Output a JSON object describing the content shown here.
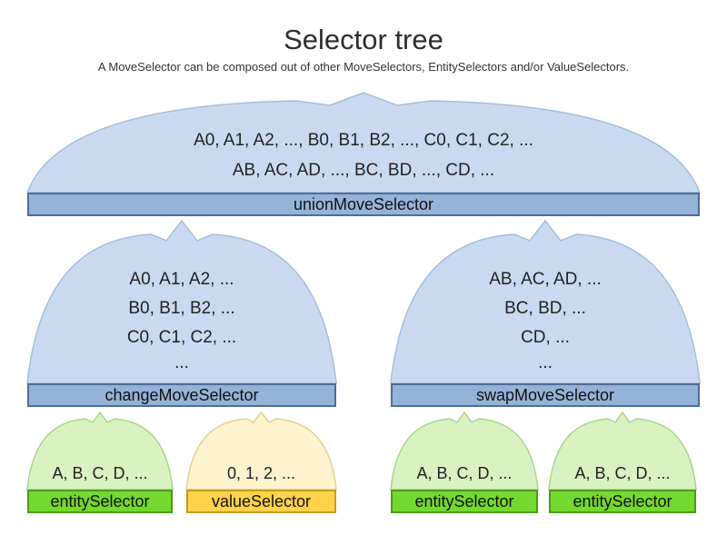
{
  "title": "Selector tree",
  "subtitle": "A MoveSelector can be composed out of other MoveSelectors, EntitySelectors and/or ValueSelectors.",
  "colors": {
    "blue_cloud": "#c9daf0",
    "blue_bar": "#95b3d7",
    "green_cloud": "#d9f2c2",
    "green_bar": "#74d92f",
    "yellow_cloud": "#fdf3cf",
    "yellow_bar": "#ffd24a"
  },
  "nodes": {
    "union_move_selector": {
      "label": "unionMoveSelector",
      "lines": [
        "A0, A1, A2, ..., B0, B1, B2, ..., C0, C1, C2, ...",
        "AB, AC, AD, ..., BC, BD, ..., CD, ..."
      ]
    },
    "change_move_selector": {
      "label": "changeMoveSelector",
      "lines": [
        "A0, A1, A2, ...",
        "B0, B1, B2, ...",
        "C0, C1, C2, ...",
        "..."
      ]
    },
    "swap_move_selector": {
      "label": "swapMoveSelector",
      "lines": [
        "AB, AC, AD, ...",
        "BC, BD, ...",
        "CD, ...",
        "..."
      ]
    },
    "entity_selector_1": {
      "label": "entitySelector",
      "lines": [
        "A, B, C, D, ..."
      ]
    },
    "value_selector_1": {
      "label": "valueSelector",
      "lines": [
        "0, 1, 2, ..."
      ]
    },
    "entity_selector_2": {
      "label": "entitySelector",
      "lines": [
        "A, B, C, D, ..."
      ]
    },
    "entity_selector_3": {
      "label": "entitySelector",
      "lines": [
        "A, B, C, D, ..."
      ]
    }
  }
}
